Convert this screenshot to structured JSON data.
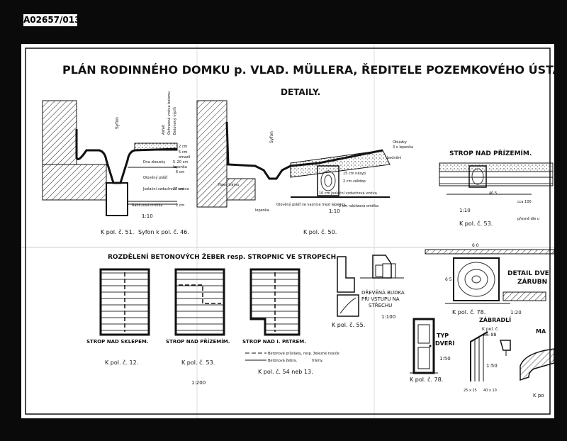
{
  "archive_id": "A02657/013",
  "title": "PLÁN RODINNÉHO DOMKU p. VLAD. MÜLLERA, ŘEDITELE POZEMKOVÉHO ÚSTAVU V OLOMOUCI-LAZCÍCH.",
  "subtitle": "DETAILY.",
  "detail1": {
    "syfon": "Syfon",
    "layers": [
      "Asfalt",
      "Ochranná vrstva betonu",
      "Betonový výplň",
      "2 cm",
      "5 cm",
      "omazil",
      "5–20 cm",
      "lepenka",
      "Dva zkousky",
      "6 cm"
    ],
    "olov": "Olověný plášť",
    "izol": "Jsolační vzduchová vrstva",
    "izol_dim": "27 cm",
    "rabitz": "Rabitzová omítka",
    "rabitz_dim": "2 cm",
    "scale": "1:10",
    "ref": "K pol. č. 51.",
    "ref2": "Syfon k pol. č. 46."
  },
  "detail2": {
    "syfon": "Syfon",
    "layers": [
      "Oblázky",
      "3 x lepenka",
      "bednění",
      "15 cm násyp",
      "2 cm zálidop",
      "10 cm Jsolační vzduchová vrstva",
      "2 cm rabitzová omítka"
    ],
    "nava": "Nava trámu",
    "olov": "Olověný plášť ve vaznice mezi lepenky.",
    "lepenka": "lepenka",
    "scale": "1:10",
    "ref": "K pol. č. 50."
  },
  "detail3": {
    "title": "STROP NAD PŘÍZEMÍM.",
    "scale": "1:10",
    "ref": "K pol. č. 53.",
    "note1": "cca 100",
    "note2": "přesně dle u",
    "dim": "40 5"
  },
  "ribs": {
    "title": "ROZDĚLENÍ BETONOVÝCH ŽEBER resp. STROPNIC VE STROPECH.",
    "plans": [
      {
        "label": "STROP NAD SKLEPEM.",
        "ref": "K pol. č. 12."
      },
      {
        "label": "STROP NAD PŘÍZEMÍM.",
        "ref": "K pol. č. 53."
      },
      {
        "label": "STROP NAD I. PATREM.",
        "ref": "K pol. č. 54 neb 13."
      }
    ],
    "legend": [
      "Betonové průvlaky, resp. železné nosiče",
      "Betonová žebra,",
      "trámy."
    ],
    "scale": "1:200"
  },
  "stair": {
    "ref": "K pol. č. 55."
  },
  "budka": {
    "label": [
      "DŘEVĚNÁ BUDKA",
      "PŘI VSTUPU NA",
      "STŘECHU"
    ],
    "scale": "1:100"
  },
  "door_frame": {
    "title": [
      "DETAIL DVE",
      "ZÁRUBN"
    ],
    "ref": "K pol. č. 78.",
    "scale": "1:20",
    "dim_top": "6·0",
    "dim_side": "6·5"
  },
  "door": {
    "title": [
      "TYP",
      "DVEŘÍ"
    ],
    "scale": "1:50",
    "ref": "K pol. č. 78."
  },
  "railing": {
    "title": "ZÁBRADLÍ",
    "ref": "K pol. č.",
    "ref2": "86–88",
    "scale": "1:50",
    "dims": [
      "25 x 25",
      "40 x 10"
    ]
  },
  "handrail": {
    "title": "MA",
    "ref": "K po"
  }
}
